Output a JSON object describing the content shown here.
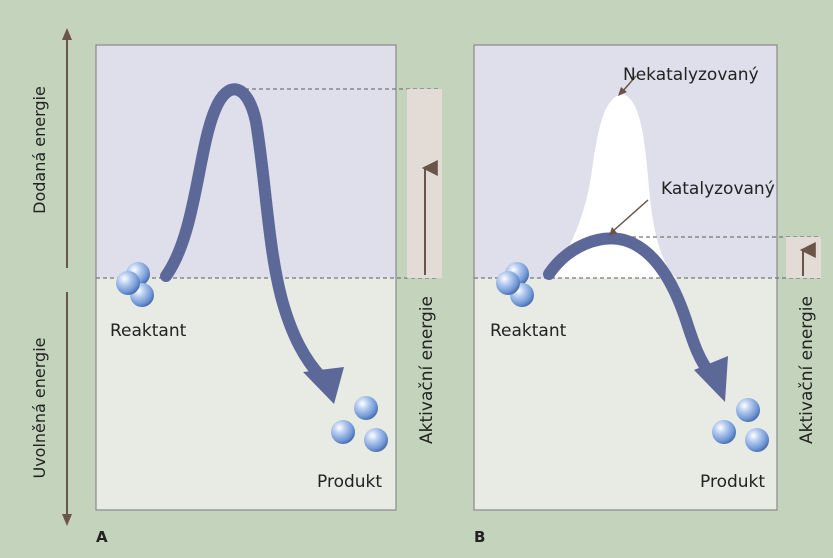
{
  "axis": {
    "upper_label": "Dodaná energie",
    "lower_label": "Uvolněná energie"
  },
  "panel_a": {
    "letter": "A",
    "reactant_label": "Reaktant",
    "product_label": "Produkt",
    "activation_label": "Aktivační energie"
  },
  "panel_b": {
    "letter": "B",
    "reactant_label": "Reaktant",
    "product_label": "Produkt",
    "activation_label": "Aktivační energie",
    "uncatalyzed_label": "Nekatalyzovaný",
    "catalyzed_label": "Katalyzovaný"
  },
  "colors": {
    "background": "#c4d4bc",
    "upper_region": "#dedfea",
    "lower_region": "#e7ebe4",
    "curve": "#5c6898",
    "activation_band": "#e3dcd6",
    "arrow_brown": "#6b5449",
    "molecule": "#7fa6dc"
  }
}
